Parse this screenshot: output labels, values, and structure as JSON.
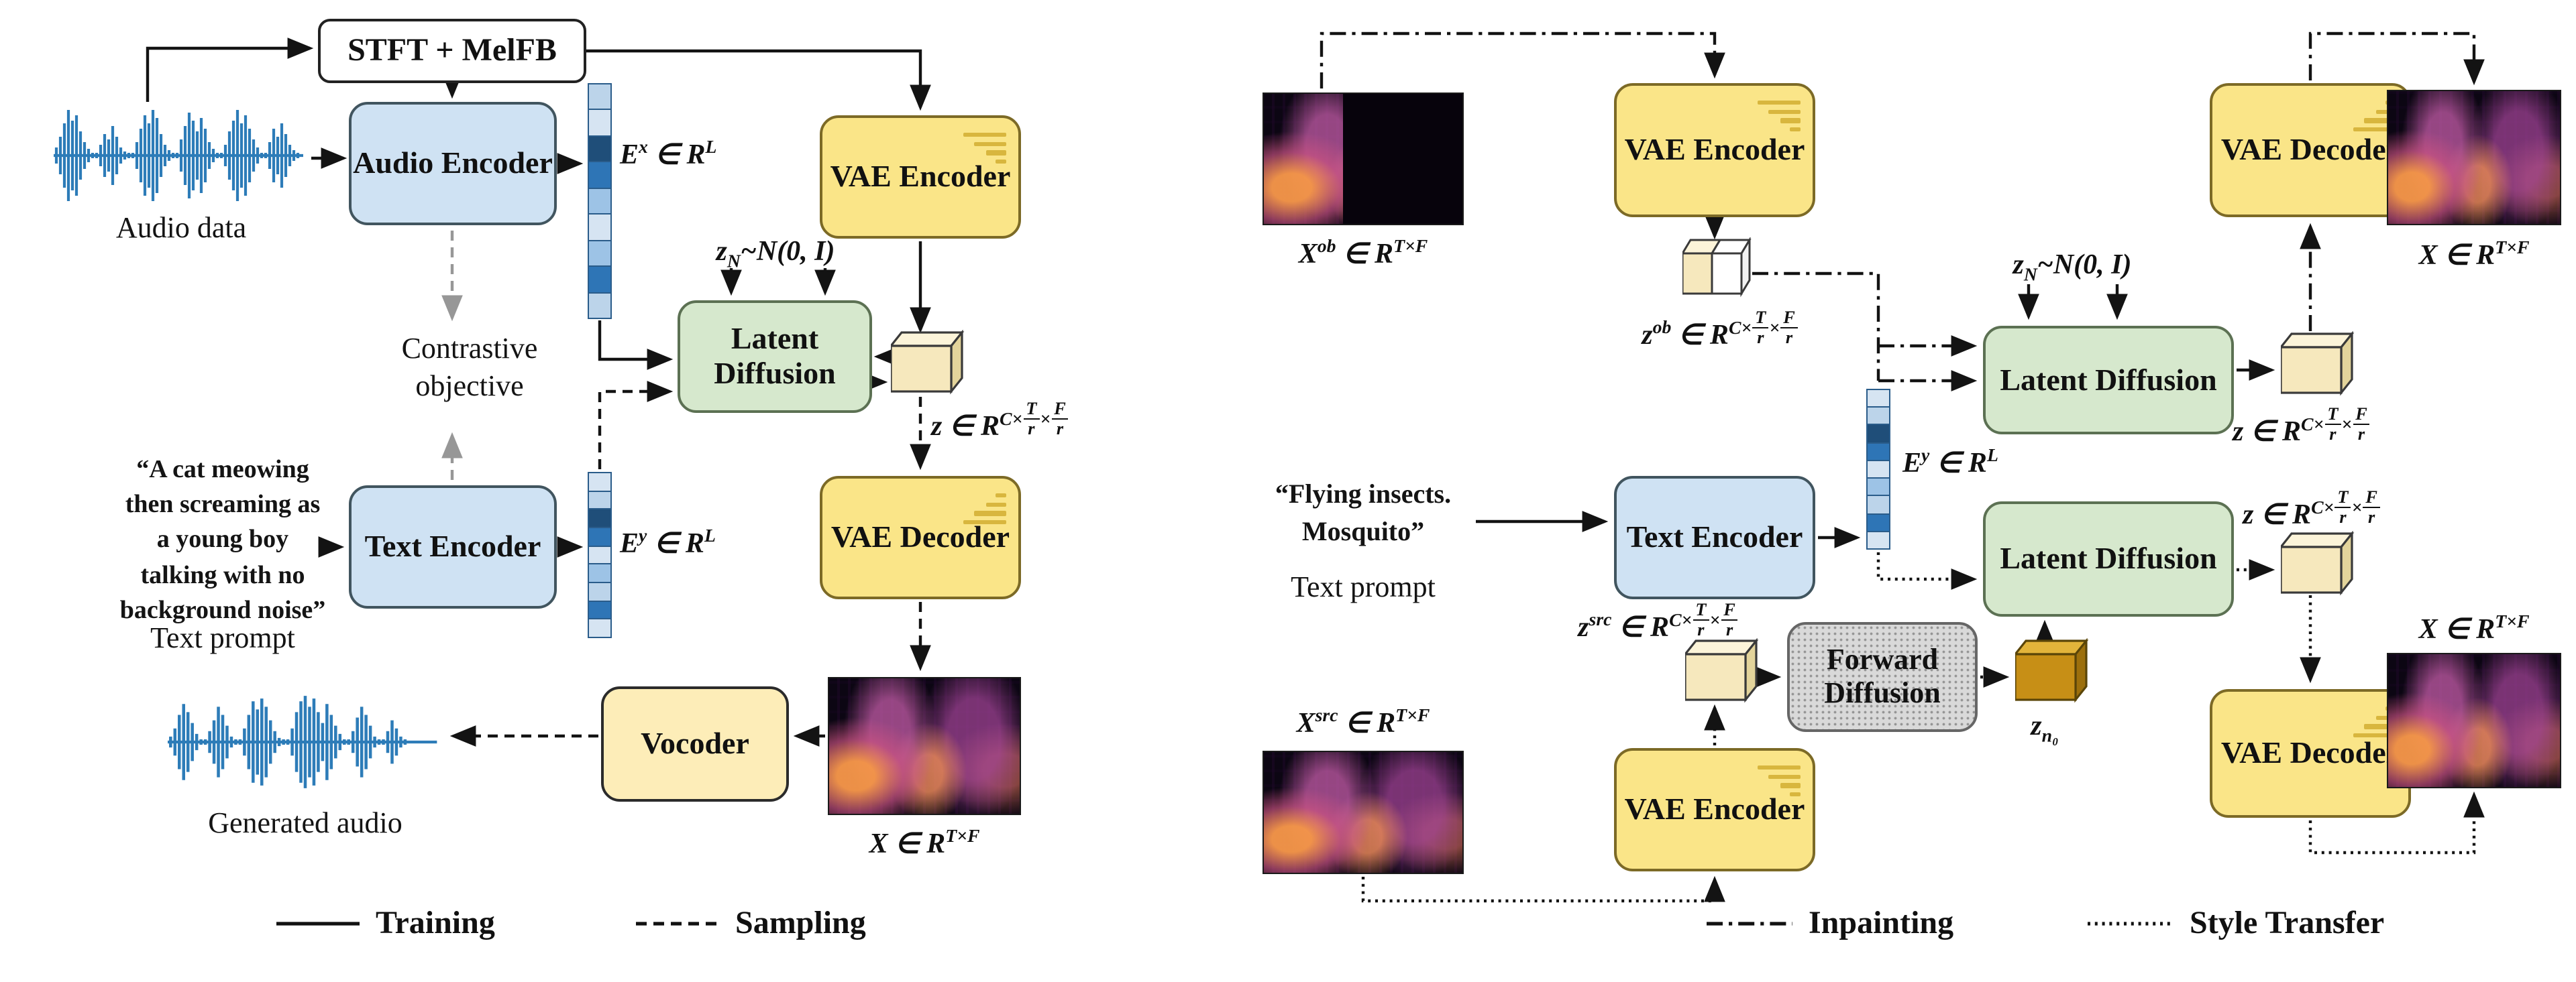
{
  "boxes": {
    "stft": "STFT + MelFB",
    "audio_encoder": "Audio Encoder",
    "text_encoder": "Text Encoder",
    "vae_encoder": "VAE Encoder",
    "vae_decoder": "VAE Decoder",
    "latent_diffusion": "Latent Diffusion",
    "vocoder": "Vocoder",
    "forward_diffusion": "Forward Diffusion"
  },
  "labels": {
    "audio_data": "Audio data",
    "text_prompt": "Text prompt",
    "generated_audio": "Generated audio",
    "contrastive": "Contrastive\nobjective"
  },
  "prompts": {
    "left": "“A cat meowing\nthen screaming as\na young boy\ntalking with no\nbackground noise”",
    "right": "“Flying insects.\nMosquito”"
  },
  "legend": {
    "training": "Training",
    "sampling": "Sampling",
    "inpainting": "Inpainting",
    "style_transfer": "Style Transfer"
  },
  "math": {
    "dims": {
      "c": "C×",
      "t": "T",
      "r": "r",
      "times": "×",
      "f": "F"
    },
    "e_x": {
      "var": "E",
      "sup": "x",
      "mid": "∈ R",
      "exp": "L"
    },
    "e_y": {
      "var": "E",
      "sup": "y",
      "mid": "∈ R",
      "exp": "L"
    },
    "x": {
      "var": "X",
      "mid": "∈ R",
      "exp": "T×F"
    },
    "x_ob": {
      "var": "X",
      "sup": "ob",
      "mid": "∈ R",
      "exp": "T×F"
    },
    "x_src": {
      "var": "X",
      "sup": "src",
      "mid": "∈ R",
      "exp": "T×F"
    },
    "z": {
      "var": "z",
      "mid": "∈ R"
    },
    "z_ob": {
      "var": "z",
      "sup": "ob",
      "mid": "∈ R"
    },
    "z_src": {
      "var": "z",
      "sup": "src",
      "mid": "∈ R"
    },
    "z_n": {
      "var": "z",
      "sub": "N",
      "rest": "~N(0, I)"
    },
    "z_n0": {
      "var": "z",
      "sub": "n₀"
    }
  },
  "colors": {
    "encoder_blue": "#cfe2f3",
    "vae_yellow": "#fae588",
    "diffusion_green": "#d6e8cd",
    "vocoder_cream": "#fdedb8",
    "forward_gray": "#d9d9d9",
    "cube_cream": "#f6e8bd",
    "cube_gold": "#c78f16",
    "waveform_blue": "#2d7cb8",
    "embedding_dark": "#1f4e79"
  }
}
